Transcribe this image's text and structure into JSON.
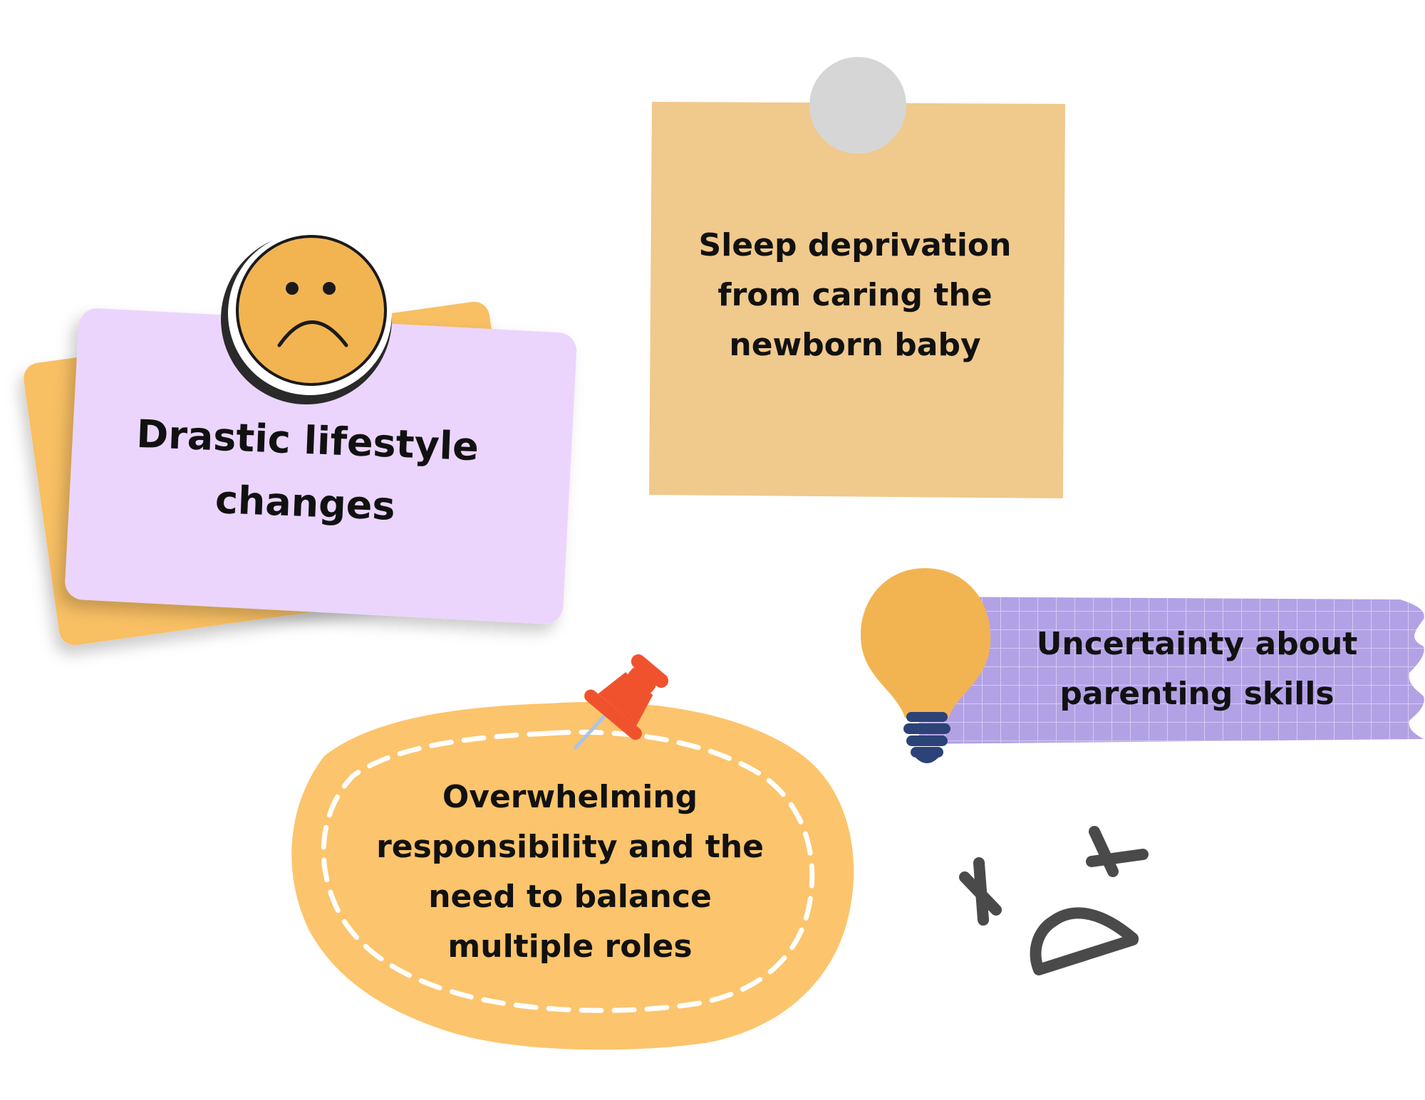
{
  "notes": {
    "lifestyle": "Drastic lifestyle\nchanges",
    "sleep": "Sleep deprivation\nfrom caring the\nnewborn baby",
    "uncertainty": "Uncertainty about\nparenting skills",
    "overwhelm": "Overwhelming\nresponsibility and the\nneed to balance\nmultiple roles"
  },
  "icons": {
    "lifestyle": "sad-face-icon",
    "sleep": "push-pin-circle-icon",
    "uncertainty": "light-bulb-icon",
    "overwhelm": "thumbtack-icon",
    "doodle": "dizzy-face-doodle-icon"
  },
  "colors": {
    "background": "#ffffff",
    "orange_card": "#f8bf63",
    "lavender_card": "#ebd5fc",
    "sticky_note": "#f0c98c",
    "pin_gray": "#d6d6d6",
    "face_yellow": "#f2b451",
    "bulb_yellow": "#f2b451",
    "bulb_base": "#2c4378",
    "tape_purple": "#b3a1e6",
    "blob_orange": "#fcc46c",
    "thumbtack_red": "#f0522d",
    "doodle_gray": "#4a4a4a",
    "text": "#111111"
  }
}
